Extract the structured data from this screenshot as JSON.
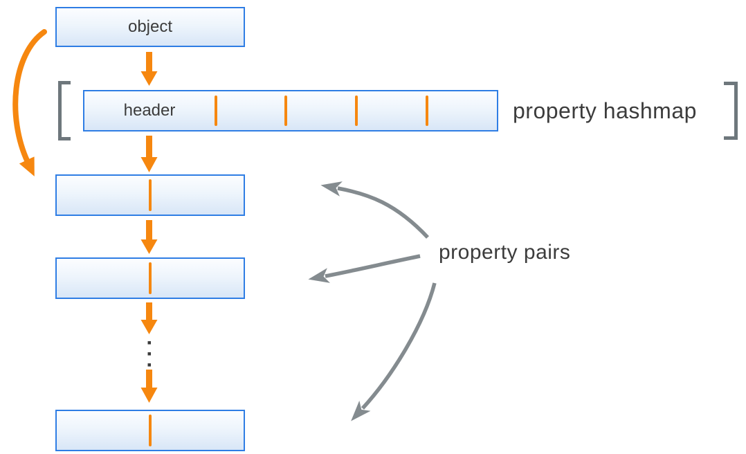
{
  "diagram": {
    "object_label": "object",
    "header_label": "header",
    "hashmap_label": "property hashmap",
    "pairs_label": "property pairs"
  },
  "structure": {
    "hashmap_cell_count": 5,
    "hashmap_divider_count": 4,
    "property_pair_box_count": 3,
    "cells_per_pair_box": 2,
    "ellipsis_dot_count": 3
  },
  "colors": {
    "accent_orange": "#f6870f",
    "box_border_blue": "#2e7de4",
    "box_fill_top": "#fcfdff",
    "box_fill_bottom": "#d8e6f7",
    "annotation_arrow_gray": "#848b8f",
    "bracket_gray": "#6e777c",
    "text_dark": "#3c3c3c",
    "background": "#ffffff"
  }
}
